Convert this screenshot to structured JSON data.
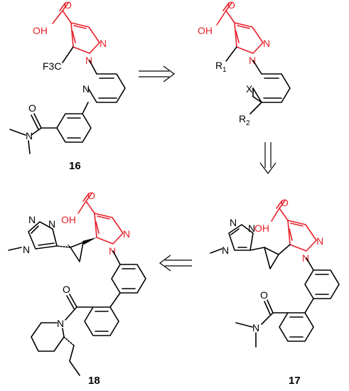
{
  "compounds": {
    "c16": {
      "id": "16",
      "labels": {
        "OH": "OH",
        "O": "O",
        "N1": "N",
        "N2": "N",
        "CF3": "F3C",
        "Npy": "N",
        "Oamide": "O",
        "Namide": "N"
      }
    },
    "general": {
      "labels": {
        "OH": "OH",
        "O": "O",
        "N1": "N",
        "N2": "N",
        "R1": "R",
        "R1sub": "1",
        "X": "X",
        "R2": "R",
        "R2sub": "2"
      }
    },
    "c17": {
      "id": "17",
      "labels": {
        "OH": "OH",
        "O": "O",
        "N1": "N",
        "N2": "N",
        "Ntz1": "N",
        "Ntz2": "N",
        "Ntz3": "N",
        "Oamide": "O",
        "Namide": "N"
      }
    },
    "c18": {
      "id": "18",
      "labels": {
        "OH": "OH",
        "O": "O",
        "N1": "N",
        "N2": "N",
        "Ntz1": "N",
        "Ntz2": "N",
        "Ntz3": "N",
        "Oamide": "O",
        "Npip": "N"
      }
    }
  },
  "arrows": [
    {
      "type": "retrosynthetic",
      "direction": "right"
    },
    {
      "type": "retrosynthetic",
      "direction": "down"
    },
    {
      "type": "retrosynthetic",
      "direction": "left"
    }
  ],
  "colors": {
    "highlight": "#e8202a",
    "bond": "#000000"
  }
}
